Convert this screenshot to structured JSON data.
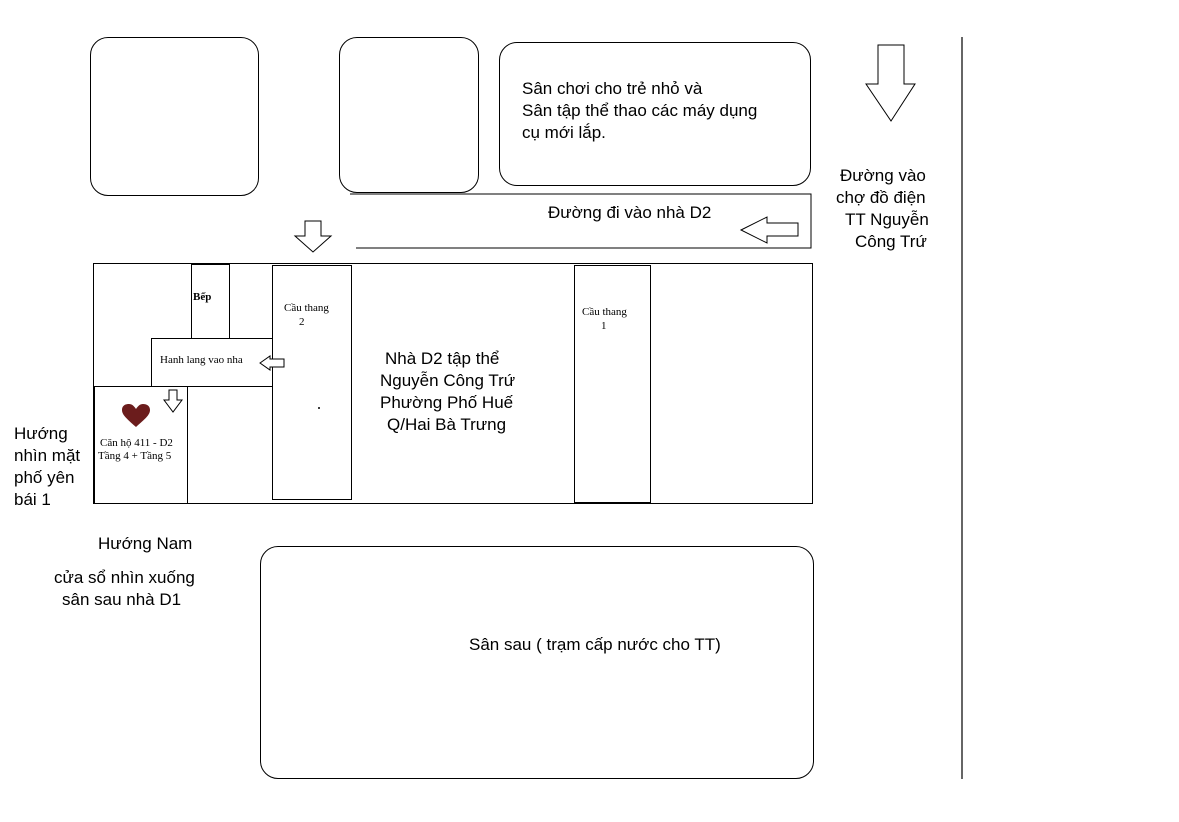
{
  "labels": {
    "playground": [
      "Sân chơi cho trẻ nhỏ và",
      "Sân tập thể thao các máy dụng",
      "cụ mới lắp."
    ],
    "road_d2": "Đường đi vào nhà D2",
    "market_road": [
      "Đường vào",
      "chợ đồ điện",
      "TT Nguyễn",
      "Công Trứ"
    ],
    "kitchen": "Bếp",
    "stair2": [
      "Cầu thang",
      "2"
    ],
    "stair1": [
      "Cầu thang",
      "1"
    ],
    "corridor": "Hanh lang vao nha",
    "building": [
      "Nhà D2 tập thể",
      "Nguyễn Công Trứ",
      "Phường Phố Huế",
      "Q/Hai Bà Trưng"
    ],
    "apartment": [
      "Căn hộ 411 - D2",
      "Tầng 4 + Tầng 5"
    ],
    "view_street": [
      "Hướng",
      "nhìn mặt",
      "phố yên",
      "bái 1"
    ],
    "south": "Hướng Nam",
    "window_view": [
      "cửa sổ nhìn xuống",
      "sân sau nhà D1"
    ],
    "back_yard": "Sân sau ( trạm cấp nước cho TT)"
  },
  "colors": {
    "heart": "#6b1c1c",
    "line": "#000000"
  },
  "icons": {
    "apartment_marker": "heart-icon"
  }
}
